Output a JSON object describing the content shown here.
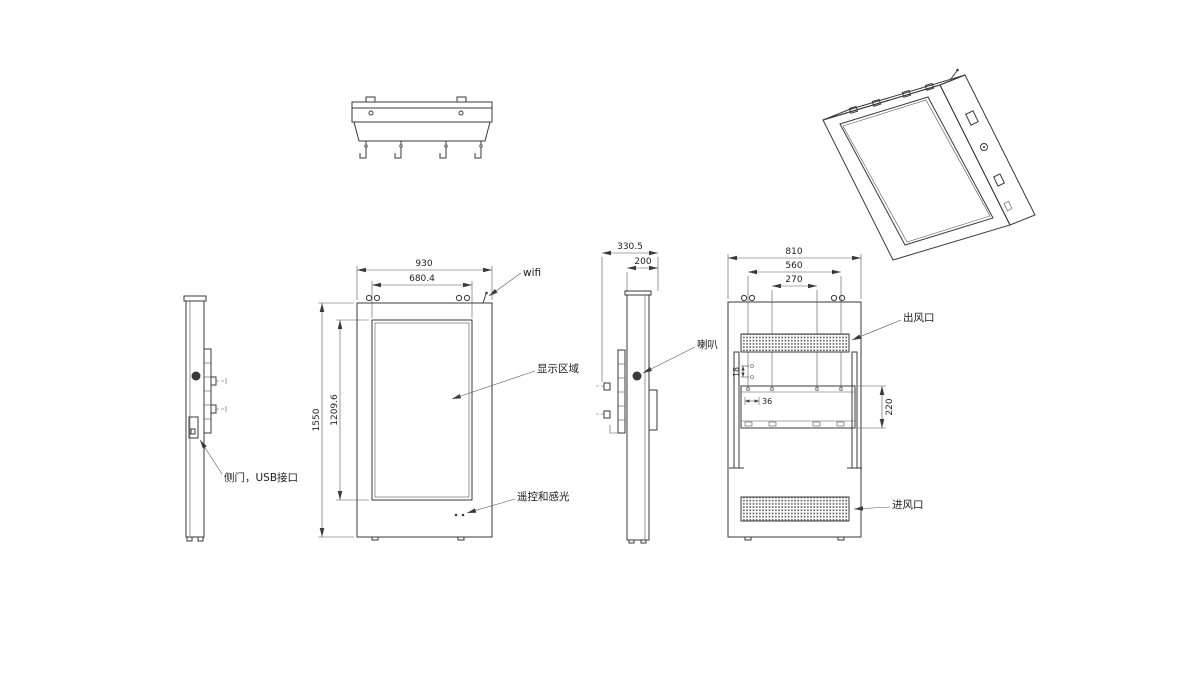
{
  "colors": {
    "background": "#ffffff",
    "line": "#3a3a3a",
    "text": "#1c1c1c"
  },
  "front_view": {
    "dim_width": "930",
    "dim_screen_width": "680.4",
    "dim_height": "1550",
    "dim_screen_height": "1209.6",
    "label_wifi": "wifi",
    "label_display_area": "显示区域",
    "label_remote_light_sensor": "遥控和感光"
  },
  "left_side_view": {
    "label_side_door_usb": "侧门，USB接口"
  },
  "right_side_view": {
    "dim_total_depth": "330.5",
    "dim_body_depth": "200",
    "label_speaker": "喇叭"
  },
  "rear_view": {
    "dim_width": "810",
    "dim_bracket_width": "560",
    "dim_hole_span": "270",
    "dim_hole_offset": "18",
    "dim_hole_pitch": "36",
    "dim_bracket_height": "220",
    "label_air_outlet": "出风口",
    "label_air_inlet": "进风口"
  }
}
